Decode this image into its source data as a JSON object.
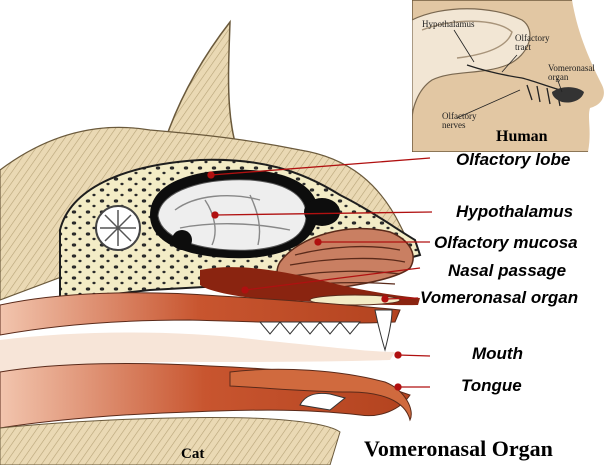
{
  "labels": {
    "olfactory_lobe": "Olfactory lobe",
    "hypothalamus": "Hypothalamus",
    "olfactory_mucosa": "Olfactory mucosa",
    "nasal_passage": "Nasal passage",
    "vomeronasal_organ": "Vomeronasal organ",
    "mouth": "Mouth",
    "tongue": "Tongue"
  },
  "inset": {
    "title": "Human",
    "hypothalamus": "Hypothalamus",
    "olfactory_tract_1": "Olfactory",
    "olfactory_tract_2": "tract",
    "vomeronasal_1": "Vomeronasal",
    "vomeronasal_2": "organ",
    "olfactory_nerves_1": "Olfactory",
    "olfactory_nerves_2": "nerves"
  },
  "caption": {
    "animal": "Cat",
    "title": "Vomeronasal Organ"
  },
  "colors": {
    "leader_line": "#b01010",
    "bone": "#f3ecc6",
    "tissue": "#c4522e",
    "fur": "#ead9b4"
  }
}
